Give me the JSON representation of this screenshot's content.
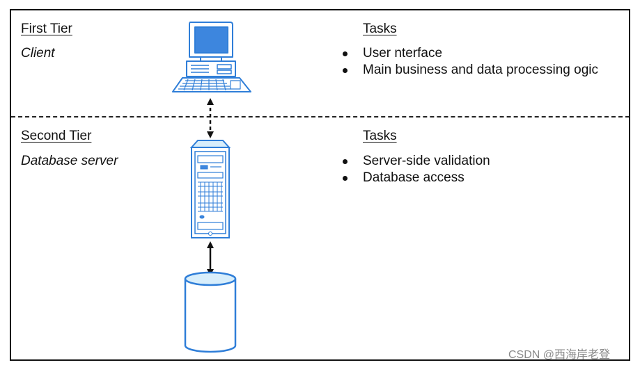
{
  "tiers": [
    {
      "title": "First Tier",
      "role": "Client",
      "tasks_heading": "Tasks",
      "tasks": [
        "User  nterface",
        "Main business and data processing  ogic"
      ]
    },
    {
      "title": "Second Tier",
      "role": "Database server",
      "tasks_heading": "Tasks",
      "tasks": [
        "Server-side validation",
        "Database access"
      ]
    }
  ],
  "icons": [
    "client-computer-icon",
    "server-tower-icon",
    "database-cylinder-icon"
  ],
  "colors": {
    "accent_blue": "#3d86de",
    "light_blue": "#d8eefb",
    "outline_blue": "#2f7ed8"
  },
  "watermark": "CSDN @西海岸老登"
}
